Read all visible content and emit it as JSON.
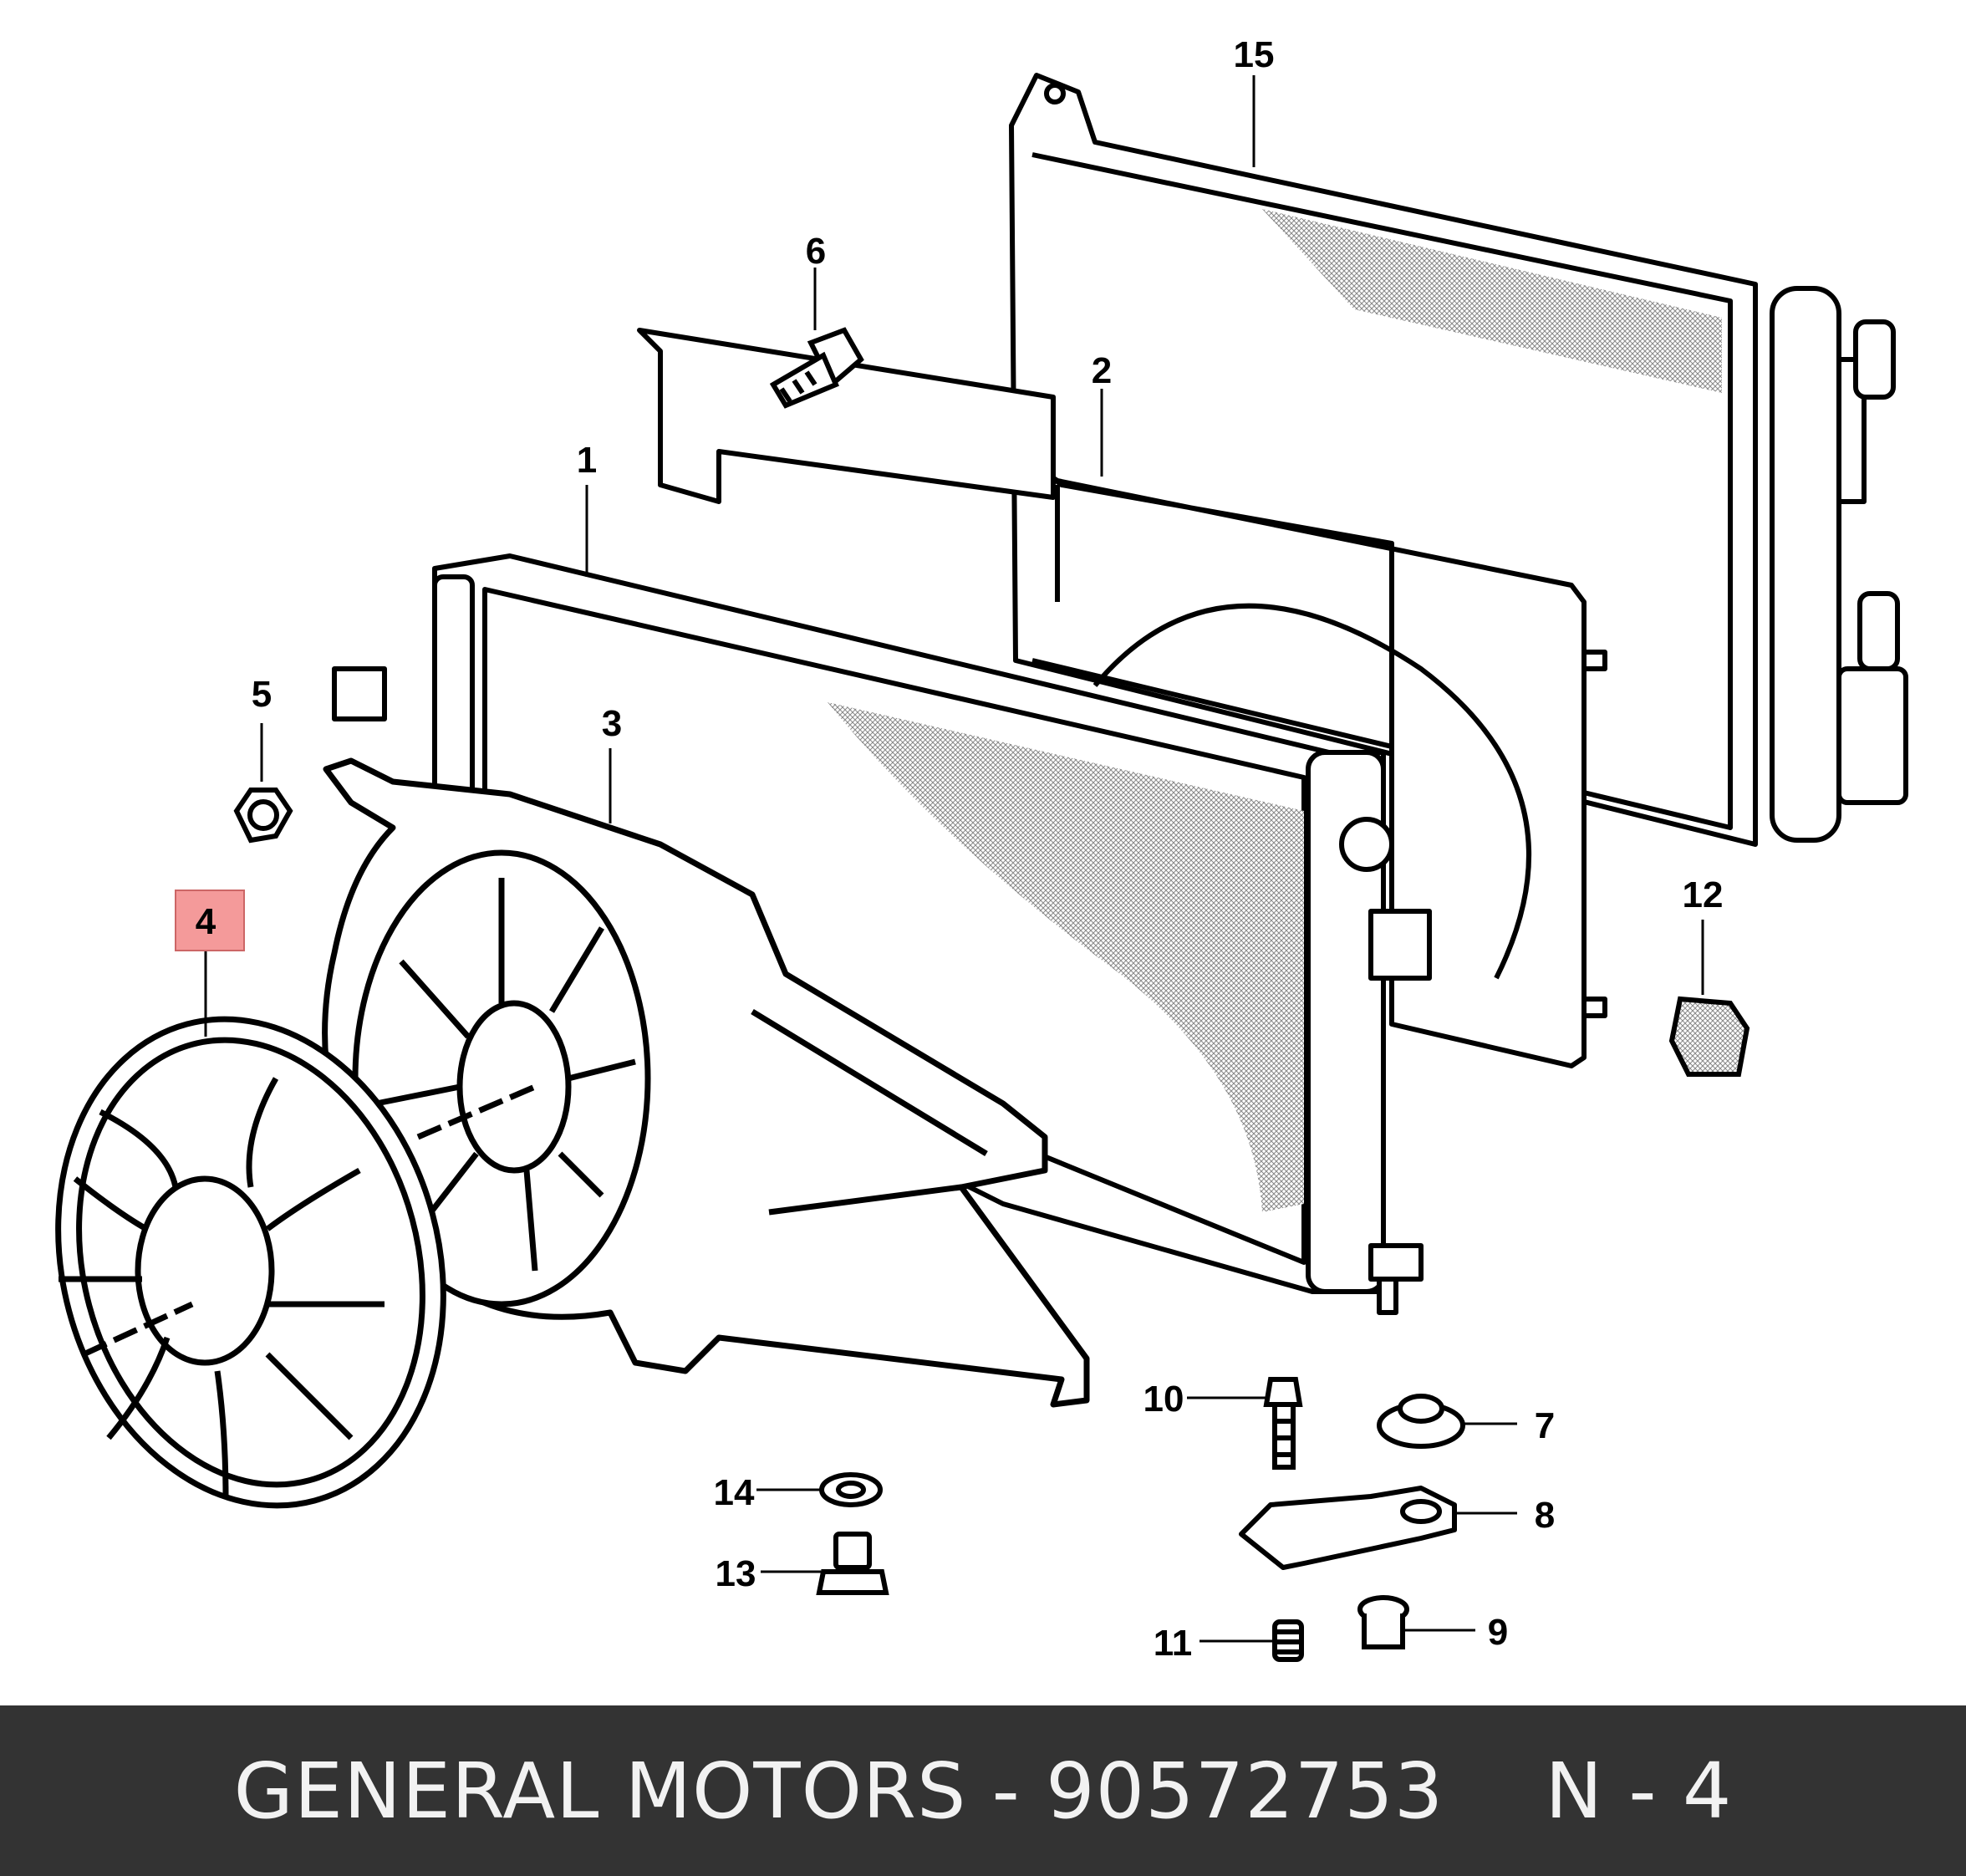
{
  "callouts": [
    {
      "id": "1",
      "label": "1"
    },
    {
      "id": "2",
      "label": "2"
    },
    {
      "id": "3",
      "label": "3"
    },
    {
      "id": "4",
      "label": "4",
      "highlighted": true
    },
    {
      "id": "5",
      "label": "5"
    },
    {
      "id": "6",
      "label": "6"
    },
    {
      "id": "7",
      "label": "7"
    },
    {
      "id": "8",
      "label": "8"
    },
    {
      "id": "9",
      "label": "9"
    },
    {
      "id": "10",
      "label": "10"
    },
    {
      "id": "11",
      "label": "11"
    },
    {
      "id": "12",
      "label": "12"
    },
    {
      "id": "13",
      "label": "13"
    },
    {
      "id": "14",
      "label": "14"
    },
    {
      "id": "15",
      "label": "15"
    }
  ],
  "highlight_color": "#f49a9a",
  "highlight_text_color": "#8b0000",
  "footer": {
    "brand": "GENERAL MOTORS",
    "separator": " - ",
    "part_number": "90572753",
    "suffix": "N - 4"
  }
}
